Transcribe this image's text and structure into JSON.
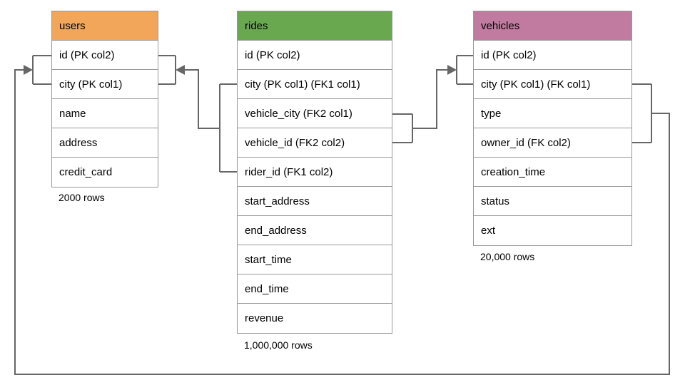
{
  "diagram": {
    "background_color": "#ffffff",
    "table_border_color": "#999999",
    "connector_color": "#666666",
    "tables": [
      {
        "name": "users",
        "header_color": "#f2a65a",
        "columns": [
          "id (PK col2)",
          "city (PK col1)",
          "name",
          "address",
          "credit_card"
        ],
        "row_count_label": "2000 rows"
      },
      {
        "name": "rides",
        "header_color": "#6aa84f",
        "columns": [
          "id (PK col2)",
          "city (PK col1) (FK1 col1)",
          "vehicle_city (FK2 col1)",
          "vehicle_id (FK2 col2)",
          "rider_id (FK1 col2)",
          "start_address",
          "end_address",
          "start_time",
          "end_time",
          "revenue"
        ],
        "row_count_label": "1,000,000 rows"
      },
      {
        "name": "vehicles",
        "header_color": "#c27ba0",
        "columns": [
          "id (PK col2)",
          "city (PK col1) (FK col1)",
          "type",
          "owner_id (FK col2)",
          "creation_time",
          "status",
          "ext"
        ],
        "row_count_label": "20,000 rows"
      }
    ],
    "relationships": [
      {
        "from": "rides (city, rider_id)",
        "to": "users (id, city)"
      },
      {
        "from": "rides (vehicle_city, vehicle_id)",
        "to": "vehicles (id, city)"
      },
      {
        "from": "vehicles (city, owner_id)",
        "to": "users (id, city)"
      }
    ]
  }
}
